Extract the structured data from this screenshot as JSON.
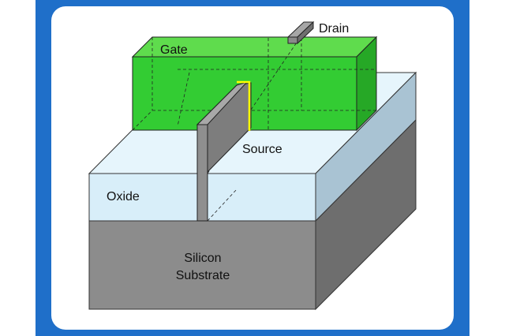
{
  "labels": {
    "drain": "Drain",
    "gate": "Gate",
    "source": "Source",
    "oxide": "Oxide",
    "silicon": "Silicon",
    "substrate": "Substrate"
  },
  "colors": {
    "frame": "#1f6fc9",
    "gate": "#33cc33",
    "oxide": "#dff2fb",
    "substrate": "#8c8c8c",
    "fin": "#8a8a8a",
    "channel_edge": "#ffff00"
  }
}
